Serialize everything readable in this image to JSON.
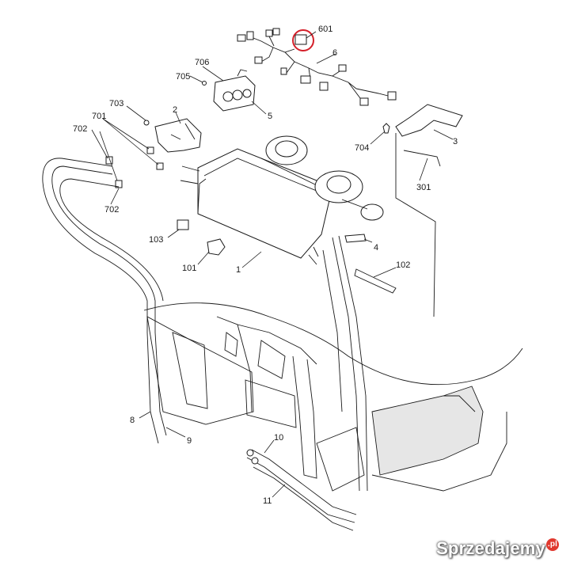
{
  "labels": {
    "l601": "601",
    "l6": "6",
    "l706": "706",
    "l705": "705",
    "l5": "5",
    "l703": "703",
    "l2": "2",
    "l701": "701",
    "l702a": "702",
    "l702b": "702",
    "l704": "704",
    "l3": "3",
    "l301": "301",
    "l4": "4",
    "l103": "103",
    "l101": "101",
    "l1": "1",
    "l102": "102",
    "l8": "8",
    "l9": "9",
    "l10": "10",
    "l11": "11"
  },
  "watermark": {
    "text": "Sprzedajemy",
    "suffix": ".pl"
  },
  "colors": {
    "highlight_circle": "#d4202a",
    "line": "#1a1a1a",
    "background": "#ffffff"
  }
}
